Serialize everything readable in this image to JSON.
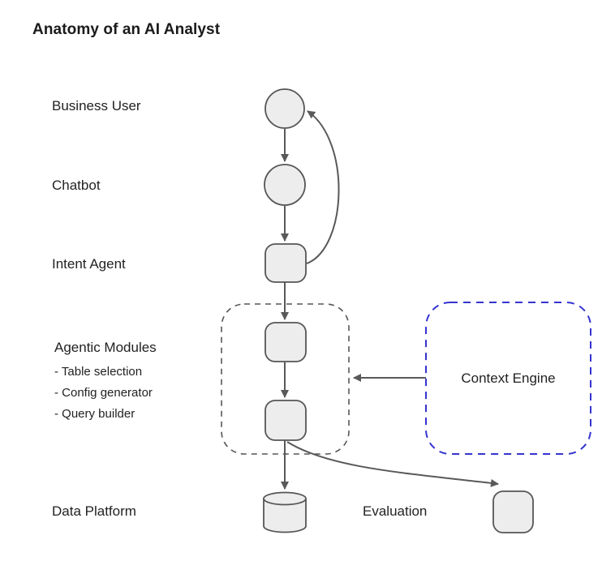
{
  "title": "Anatomy of an AI Analyst",
  "nodes": {
    "business_user": {
      "label": "Business User",
      "shape": "circle"
    },
    "chatbot": {
      "label": "Chatbot",
      "shape": "circle"
    },
    "intent_agent": {
      "label": "Intent Agent",
      "shape": "rounded-square"
    },
    "agentic_modules": {
      "label": "Agentic Modules",
      "shape": "dashed-group",
      "items": [
        "- Table selection",
        "- Config generator",
        "- Query builder"
      ]
    },
    "context_engine": {
      "label": "Context Engine",
      "shape": "blue-dashed-rounded-box"
    },
    "data_platform": {
      "label": "Data Platform",
      "shape": "cylinder"
    },
    "evaluation": {
      "label": "Evaluation",
      "shape": "rounded-square"
    }
  },
  "edges": [
    {
      "from": "business_user",
      "to": "chatbot",
      "style": "straight-arrow"
    },
    {
      "from": "chatbot",
      "to": "intent_agent",
      "style": "straight-arrow"
    },
    {
      "from": "intent_agent",
      "to": "agentic_module_1",
      "style": "straight-arrow"
    },
    {
      "from": "agentic_module_1",
      "to": "agentic_module_2",
      "style": "straight-arrow"
    },
    {
      "from": "agentic_module_2",
      "to": "data_platform",
      "style": "straight-arrow"
    },
    {
      "from": "intent_agent",
      "to": "business_user",
      "style": "curved-arrow"
    },
    {
      "from": "context_engine",
      "to": "agentic_modules",
      "style": "straight-arrow"
    },
    {
      "from": "agentic_module_2",
      "to": "evaluation",
      "style": "curved-arrow"
    }
  ],
  "colors": {
    "shape_fill": "#ededed",
    "shape_stroke": "#565656",
    "arrow_stroke": "#595959",
    "context_engine_border": "#3434d0",
    "text": "#222222",
    "title_text": "#1a1a1a",
    "background": "#ffffff"
  }
}
